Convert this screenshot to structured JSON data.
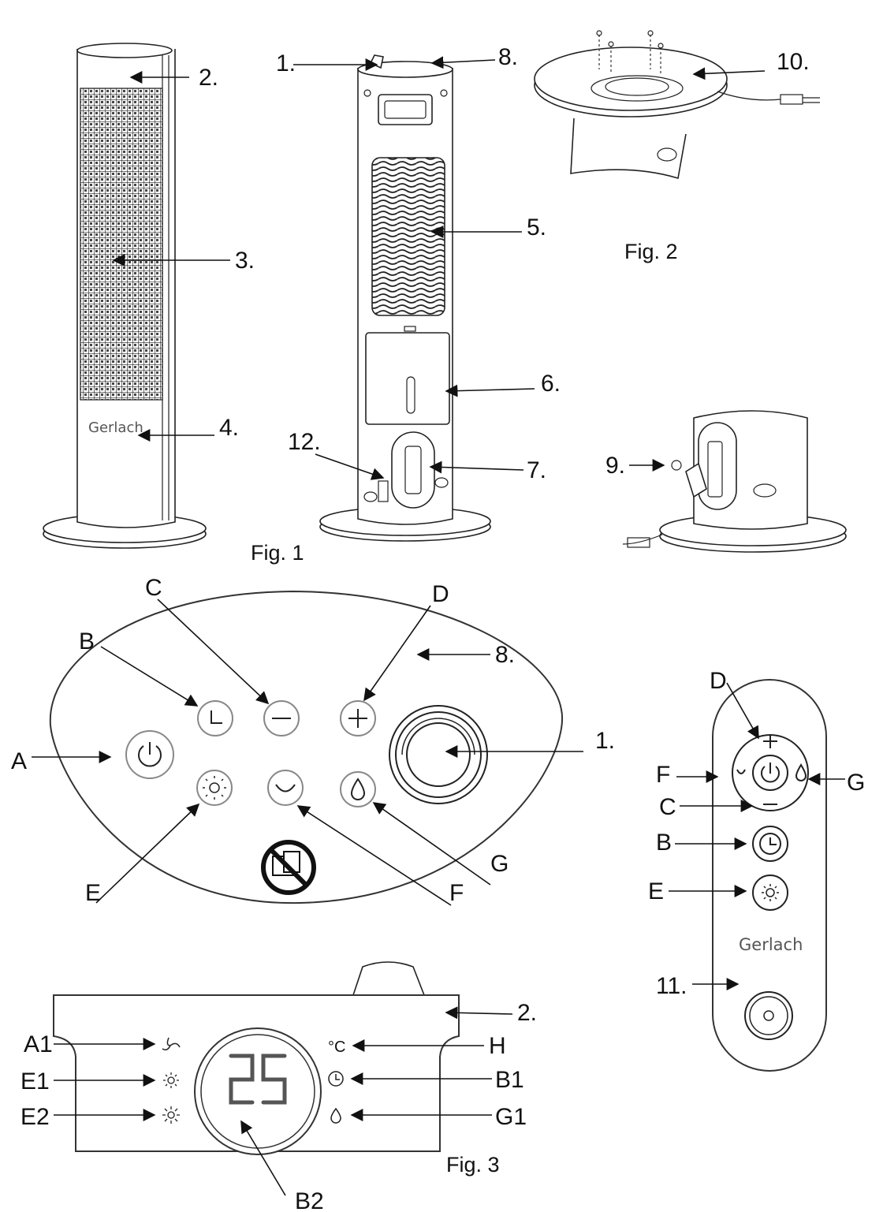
{
  "figures": {
    "fig1": "Fig. 1",
    "fig2": "Fig. 2",
    "fig3": "Fig. 3"
  },
  "brand": "Gerlach",
  "callouts_fig1": {
    "c2": "2.",
    "c3": "3.",
    "c4": "4.",
    "c1": "1.",
    "c8": "8.",
    "c5": "5.",
    "c6": "6.",
    "c12": "12.",
    "c7": "7."
  },
  "callouts_fig2": {
    "c10": "10.",
    "c9": "9."
  },
  "callouts_panel": {
    "A": "A",
    "B": "B",
    "C": "C",
    "D": "D",
    "E": "E",
    "F": "F",
    "G": "G",
    "c8": "8.",
    "c1": "1."
  },
  "callouts_remote": {
    "D": "D",
    "F": "F",
    "G": "G",
    "C": "C",
    "B": "B",
    "E": "E",
    "c11": "11."
  },
  "callouts_display": {
    "A1": "A1",
    "E1": "E1",
    "E2": "E2",
    "H": "H",
    "B1": "B1",
    "G1": "G1",
    "B2": "B2",
    "c2": "2."
  },
  "display": {
    "temperature_readout": "25",
    "celsius_symbol": "°C"
  },
  "icons": [
    "power-icon",
    "timer-icon",
    "minus-icon",
    "plus-icon",
    "sun-icon",
    "swing-icon",
    "water-drop-icon",
    "fan-icon",
    "clock-icon",
    "no-cover-icon",
    "knob-icon"
  ]
}
